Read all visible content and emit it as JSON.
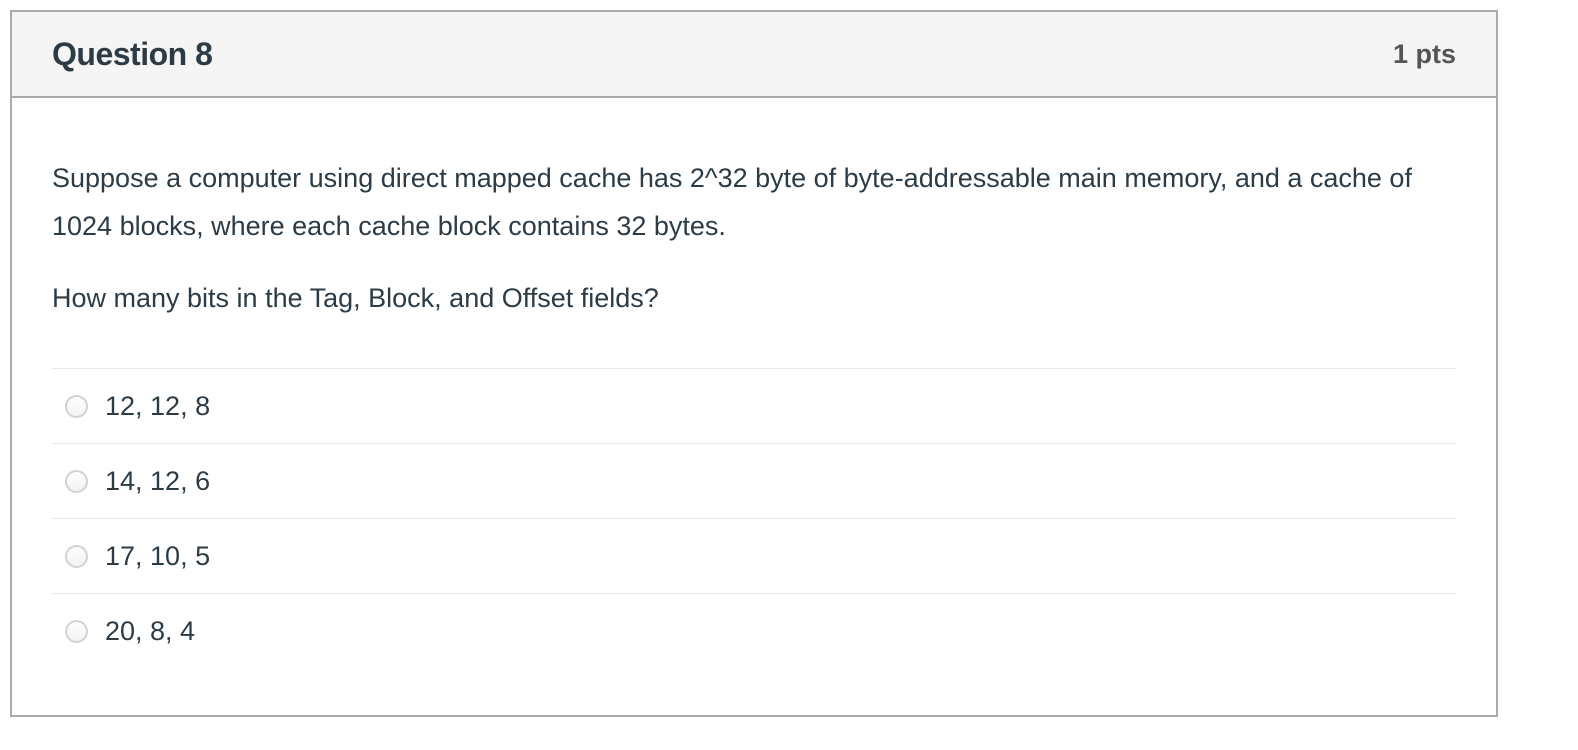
{
  "question": {
    "title": "Question 8",
    "points": "1 pts",
    "paragraphs": [
      "Suppose a computer using direct mapped cache has 2^32 byte of byte-addressable main memory, and a cache of 1024 blocks, where each cache block contains 32 bytes.",
      "How many bits in the Tag, Block, and Offset fields?"
    ],
    "options": [
      {
        "label": "12, 12, 8",
        "selected": false
      },
      {
        "label": "14, 12, 6",
        "selected": false
      },
      {
        "label": "17, 10, 5",
        "selected": false
      },
      {
        "label": "20, 8, 4",
        "selected": false
      }
    ]
  },
  "colors": {
    "header_bg": "#f5f5f5",
    "panel_border": "#aaaaaa",
    "divider": "#e7e7e7",
    "body_text": "#2d3b45",
    "points_text": "#555555",
    "radio_border": "#d2d2d2"
  }
}
